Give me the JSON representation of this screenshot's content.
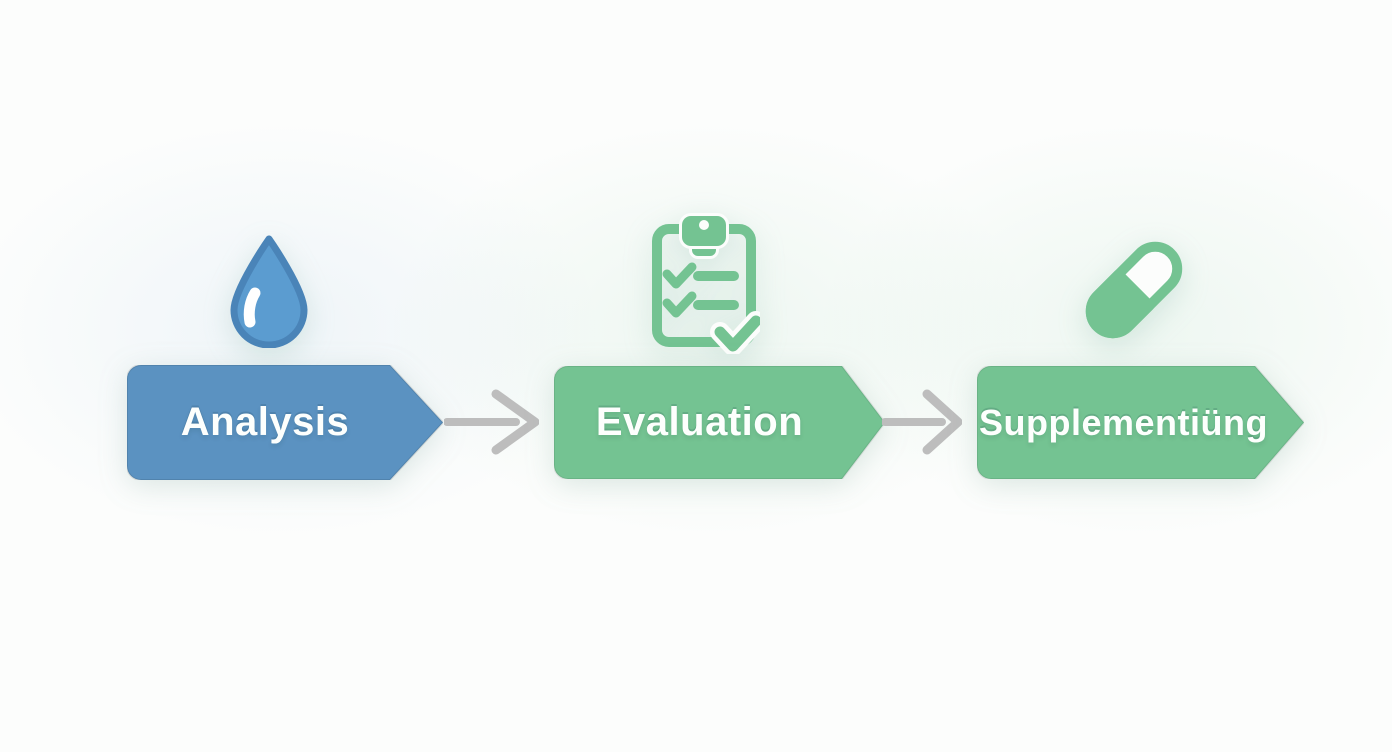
{
  "title": "Three-step supplement process diagram",
  "palette": {
    "background": "#fcfdfc",
    "blue": "#5b92c1",
    "drop_fill": "#5b9cd0",
    "drop_stroke": "#4a84b8",
    "green": "#74c392",
    "arrow_gray": "#bdbdbd",
    "label_text": "#fdfffd"
  },
  "steps": [
    {
      "label": "Analysis",
      "icon": "water-drop-icon",
      "color": "#5b92c1"
    },
    {
      "label": "Evaluation",
      "icon": "clipboard-checklist-icon",
      "color": "#74c392"
    },
    {
      "label": "Supplementiüng",
      "icon": "pill-capsule-icon",
      "color": "#74c392"
    }
  ],
  "connectors": [
    {
      "type": "arrow-right",
      "from": "Analysis",
      "to": "Evaluation"
    },
    {
      "type": "arrow-right",
      "from": "Evaluation",
      "to": "Supplementiüng"
    }
  ]
}
